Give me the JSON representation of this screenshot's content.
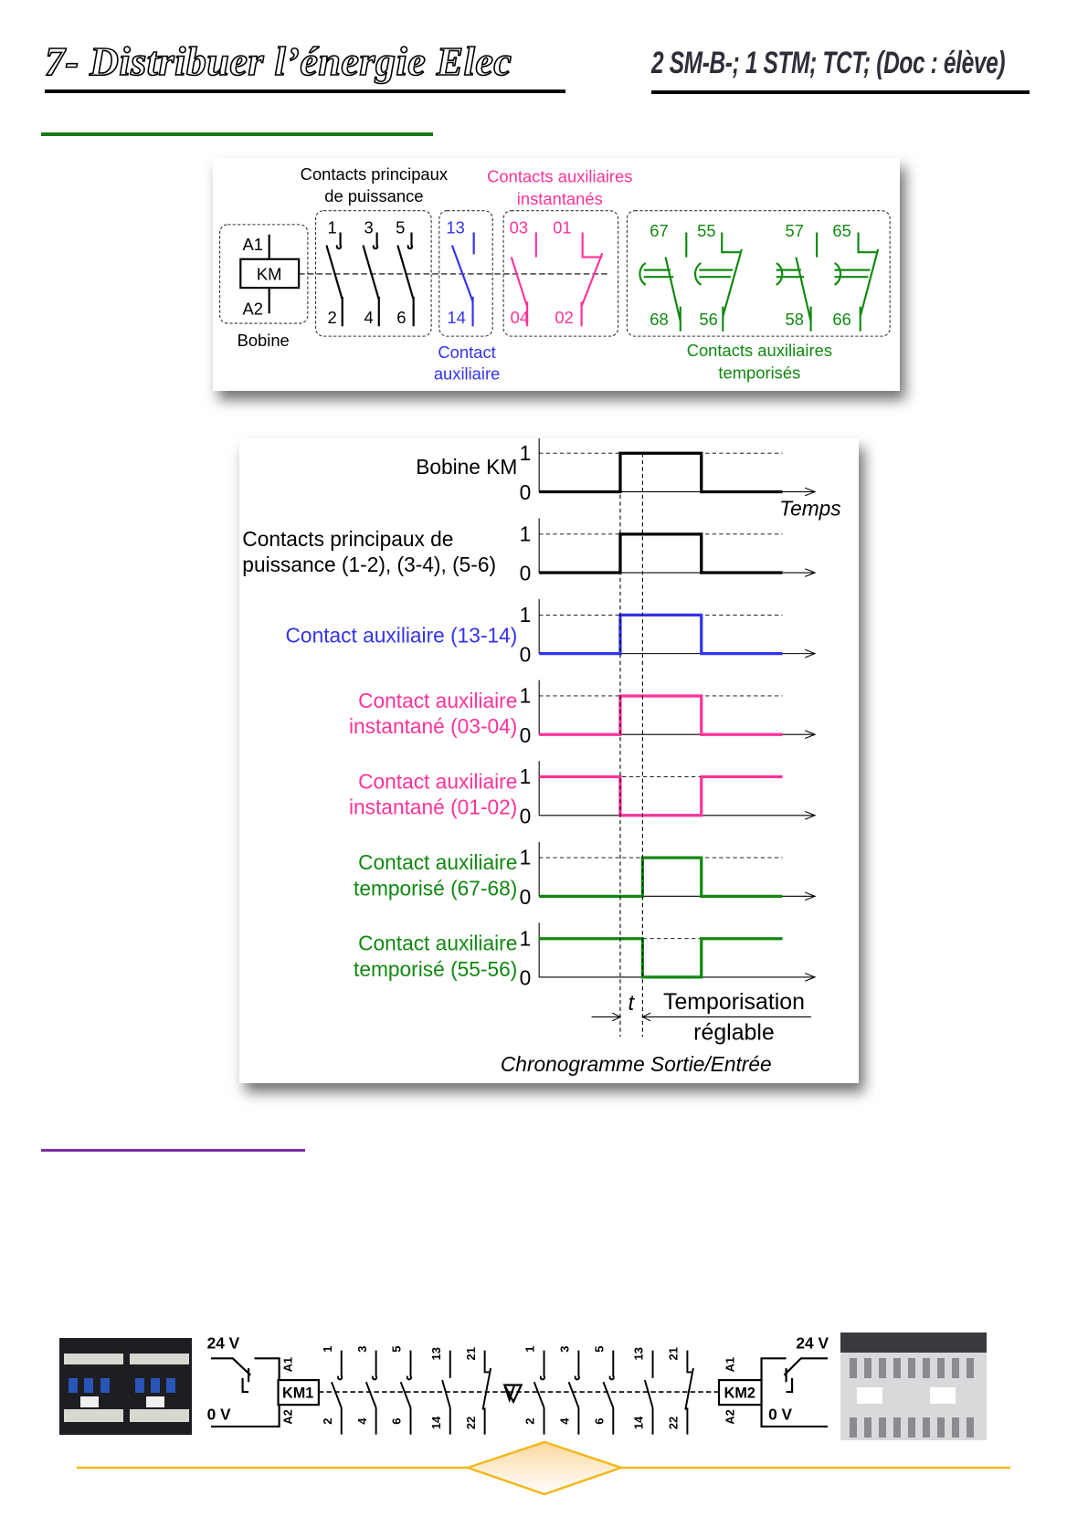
{
  "header": {
    "title": "7- Distribuer l’énergie Elec",
    "subtitle": "2 SM-B-; 1 STM; TCT; (Doc : élève)"
  },
  "colors": {
    "black": "#000000",
    "blue": "#3333ee",
    "pink": "#ff3399",
    "green": "#118811",
    "section_green": "#1a7a1a",
    "section_purple": "#7a2ea0",
    "divider_gold": "#f2b81c"
  },
  "symbols": {
    "main_title": [
      "Contacts principaux",
      "de puissance"
    ],
    "inst_title": [
      "Contacts auxiliaires",
      "instantanés"
    ],
    "aux_title": [
      "Contact",
      "auxiliaire"
    ],
    "temp_title": [
      "Contacts auxiliaires",
      "temporisés"
    ],
    "coil": {
      "top": "A1",
      "name": "KM",
      "bottom": "A2",
      "caption": "Bobine"
    },
    "main_contacts": [
      {
        "top": "1",
        "bottom": "2"
      },
      {
        "top": "3",
        "bottom": "4"
      },
      {
        "top": "5",
        "bottom": "6"
      }
    ],
    "aux_contact": {
      "top": "13",
      "bottom": "14"
    },
    "inst_contacts": [
      {
        "top": "03",
        "bottom": "04"
      },
      {
        "top": "01",
        "bottom": "02"
      }
    ],
    "temp_contacts": [
      {
        "top": "67",
        "bottom": "68"
      },
      {
        "top": "55",
        "bottom": "56"
      },
      {
        "top": "57",
        "bottom": "58"
      },
      {
        "top": "65",
        "bottom": "66"
      }
    ]
  },
  "chart_data": {
    "type": "line",
    "title": "Chronogramme Sortie/Entrée",
    "xlabel": "Temps",
    "ylim": [
      0,
      1
    ],
    "xlim": [
      0,
      6.8
    ],
    "y_ticks": [
      "0",
      "1"
    ],
    "delay_label": "t",
    "delay_note": [
      "Temporisation",
      "réglable"
    ],
    "event_times": [
      2,
      2.55
    ],
    "series": [
      {
        "name": [
          "Bobine KM"
        ],
        "color": "#000000",
        "steps": [
          [
            0,
            0
          ],
          [
            2,
            1
          ],
          [
            4,
            0
          ],
          [
            6,
            0
          ]
        ]
      },
      {
        "name": [
          "Contacts principaux de",
          "puissance (1-2), (3-4), (5-6)"
        ],
        "color": "#000000",
        "steps": [
          [
            0,
            0
          ],
          [
            2,
            1
          ],
          [
            4,
            0
          ],
          [
            6,
            0
          ]
        ]
      },
      {
        "name": [
          "Contact auxiliaire (13-14)"
        ],
        "color": "#3333ee",
        "steps": [
          [
            0,
            0
          ],
          [
            2,
            1
          ],
          [
            4,
            0
          ],
          [
            6,
            0
          ]
        ]
      },
      {
        "name": [
          "Contact auxiliaire",
          "instantané (03-04)"
        ],
        "color": "#ff3399",
        "steps": [
          [
            0,
            0
          ],
          [
            2,
            1
          ],
          [
            4,
            0
          ],
          [
            6,
            0
          ]
        ]
      },
      {
        "name": [
          "Contact auxiliaire",
          "instantané (01-02)"
        ],
        "color": "#ff3399",
        "steps": [
          [
            0,
            1
          ],
          [
            2,
            0
          ],
          [
            4,
            1
          ],
          [
            6,
            1
          ]
        ]
      },
      {
        "name": [
          "Contact auxiliaire",
          "temporisé (67-68)"
        ],
        "color": "#118811",
        "steps": [
          [
            0,
            0
          ],
          [
            2.55,
            1
          ],
          [
            4,
            0
          ],
          [
            6,
            0
          ]
        ]
      },
      {
        "name": [
          "Contact auxiliaire",
          "temporisé (55-56)"
        ],
        "color": "#118811",
        "steps": [
          [
            0,
            1
          ],
          [
            2.55,
            0
          ],
          [
            4,
            1
          ],
          [
            6,
            1
          ]
        ]
      }
    ]
  },
  "schematic": {
    "voltage_top": "24 V",
    "voltage_bottom": "0 V",
    "km1": {
      "name": "KM1",
      "a1": "A1",
      "a2": "A2"
    },
    "km2": {
      "name": "KM2",
      "a1": "A1",
      "a2": "A2"
    },
    "contacts_top": [
      "1",
      "3",
      "5",
      "13",
      "21"
    ],
    "contacts_bottom": [
      "2",
      "4",
      "6",
      "14",
      "22"
    ]
  }
}
